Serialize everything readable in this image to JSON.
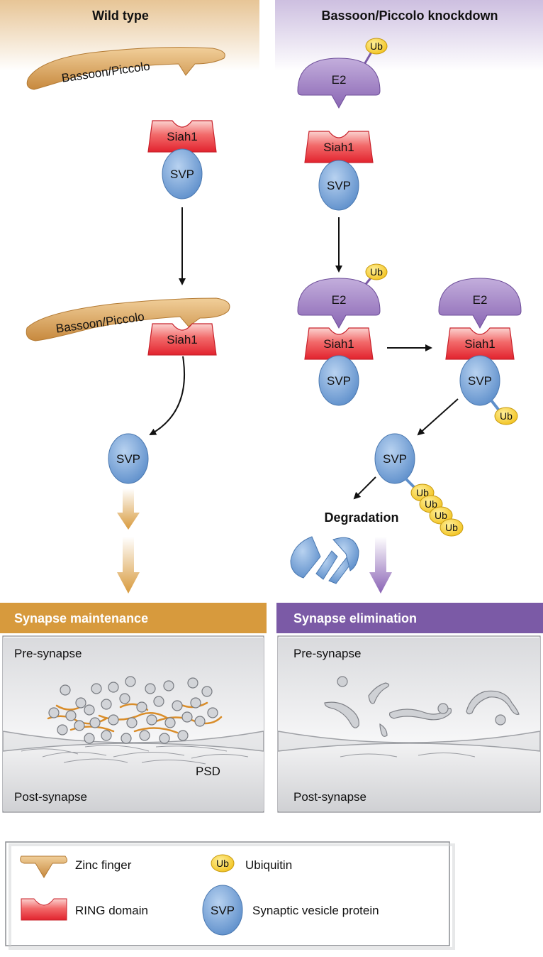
{
  "wild_type": {
    "header": "Wild type",
    "bassoon_label": "Bassoon/Piccolo",
    "siah1_label": "Siah1",
    "svp_label": "SVP",
    "bassoon_label_2": "Bassoon/Piccolo",
    "siah1_label_2": "Siah1",
    "svp_label_2": "SVP",
    "result_bar": "Synapse maintenance",
    "pre_synapse": "Pre-synapse",
    "post_synapse": "Post-synapse",
    "psd": "PSD"
  },
  "knockdown": {
    "header": "Bassoon/Piccolo knockdown",
    "ub": "Ub",
    "e2": "E2",
    "siah1": "Siah1",
    "svp": "SVP",
    "degradation": "Degradation",
    "result_bar": "Synapse elimination",
    "pre_synapse": "Pre-synapse",
    "post_synapse": "Post-synapse"
  },
  "legend": {
    "zinc_finger": "Zinc finger",
    "ring_domain": "RING domain",
    "ubiquitin": "Ubiquitin",
    "ub_icon_text": "Ub",
    "svp_icon_text": "SVP",
    "svp_desc": "Synaptic vesicle protein"
  },
  "colors": {
    "wild_type_accent": "#d79a3d",
    "knockdown_accent": "#7b5aa6",
    "ring_red": "#e6313a",
    "svp_blue": "#7fa8d8",
    "ubiquitin_yellow": "#f5d13a",
    "e2_purple": "#9c7dc0"
  }
}
